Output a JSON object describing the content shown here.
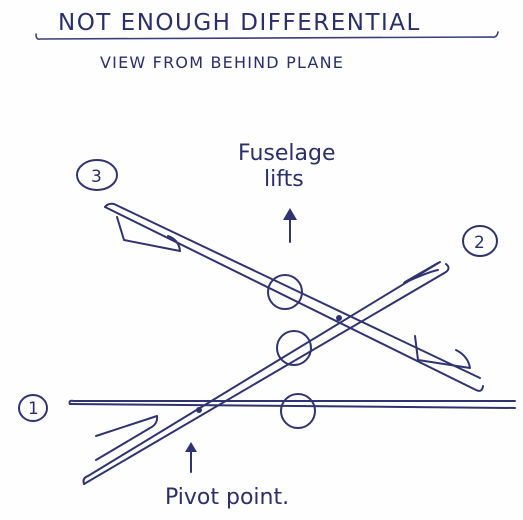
{
  "title": "NOT ENOUGH DIFFERENTIAL",
  "subtitle": "VIEW FROM BEHIND PLANE",
  "annotations": {
    "fuselage_line1": "Fuselage",
    "fuselage_line2": "lifts",
    "pivot": "Pivot point."
  },
  "positions": {
    "one": "1",
    "two": "2",
    "three": "3"
  }
}
